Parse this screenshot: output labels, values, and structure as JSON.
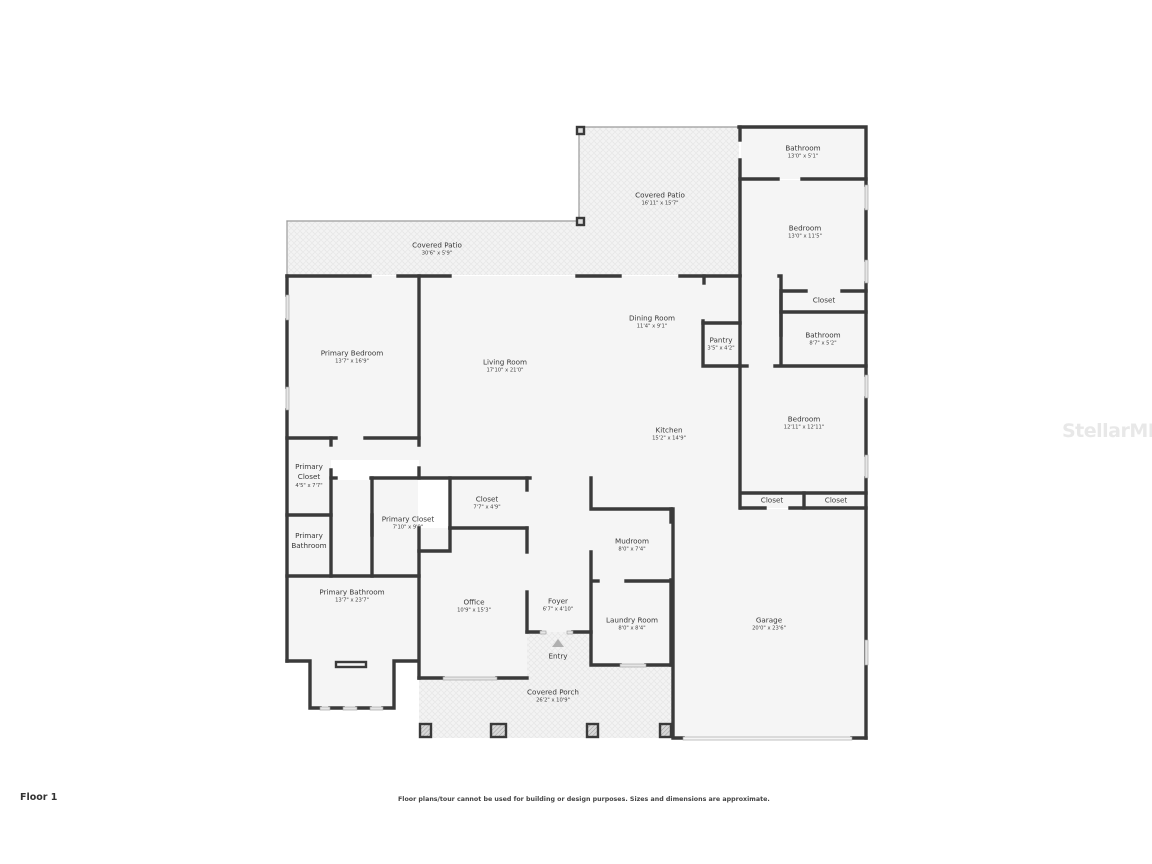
{
  "floor": {
    "label": "Floor 1",
    "disclaimer": "Floor plans/tour cannot be used for building or design purposes. Sizes and dimensions are approximate.",
    "watermark": "StellarMLS",
    "entry_label": "Entry"
  },
  "colors": {
    "wall": "#3a3a3a",
    "room_fill": "#f5f5f5",
    "patio_fill": "#f2f2f2",
    "text": "#3a3a3a",
    "window": "#dcdcdc"
  },
  "rooms": [
    {
      "id": "bathroom-ne",
      "name": "Bathroom",
      "dims": "13'0\" x 5'1\""
    },
    {
      "id": "covered-patio-north",
      "name": "Covered Patio",
      "dims": "16'11\" x 15'7\""
    },
    {
      "id": "bedroom-ne",
      "name": "Bedroom",
      "dims": "13'0\" x 11'5\""
    },
    {
      "id": "covered-patio-west",
      "name": "Covered Patio",
      "dims": "30'6\" x 5'9\""
    },
    {
      "id": "closet-ne",
      "name": "Closet",
      "dims": ""
    },
    {
      "id": "dining-room",
      "name": "Dining Room",
      "dims": "11'4\" x 9'1\""
    },
    {
      "id": "pantry",
      "name": "Pantry",
      "dims": "3'5\" x 4'2\""
    },
    {
      "id": "bathroom-e",
      "name": "Bathroom",
      "dims": "8'7\" x 5'2\""
    },
    {
      "id": "primary-bedroom",
      "name": "Primary Bedroom",
      "dims": "13'7\" x 16'9\""
    },
    {
      "id": "living-room",
      "name": "Living Room",
      "dims": "17'10\" x 21'0\""
    },
    {
      "id": "bedroom-e",
      "name": "Bedroom",
      "dims": "12'11\" x 12'11\""
    },
    {
      "id": "kitchen",
      "name": "Kitchen",
      "dims": "15'2\" x 14'9\""
    },
    {
      "id": "primary-closet-small",
      "name": "Primary\nCloset",
      "dims": "4'5\" x 7'7\""
    },
    {
      "id": "closet-hall",
      "name": "Closet",
      "dims": "7'7\" x 4'9\""
    },
    {
      "id": "closet-se-1",
      "name": "Closet",
      "dims": ""
    },
    {
      "id": "closet-se-2",
      "name": "Closet",
      "dims": ""
    },
    {
      "id": "primary-closet",
      "name": "Primary Closet",
      "dims": "7'10\" x 9'9\""
    },
    {
      "id": "mudroom",
      "name": "Mudroom",
      "dims": "8'0\" x 7'4\""
    },
    {
      "id": "primary-bathroom-small",
      "name": "Primary\nBathroom",
      "dims": ""
    },
    {
      "id": "primary-bathroom",
      "name": "Primary Bathroom",
      "dims": "13'7\" x 23'7\""
    },
    {
      "id": "office",
      "name": "Office",
      "dims": "10'9\" x 15'3\""
    },
    {
      "id": "foyer",
      "name": "Foyer",
      "dims": "6'7\" x 4'10\""
    },
    {
      "id": "laundry-room",
      "name": "Laundry Room",
      "dims": "8'0\" x 8'4\""
    },
    {
      "id": "garage",
      "name": "Garage",
      "dims": "20'0\" x 23'6\""
    },
    {
      "id": "covered-porch",
      "name": "Covered Porch",
      "dims": "26'2\" x 10'9\""
    }
  ]
}
